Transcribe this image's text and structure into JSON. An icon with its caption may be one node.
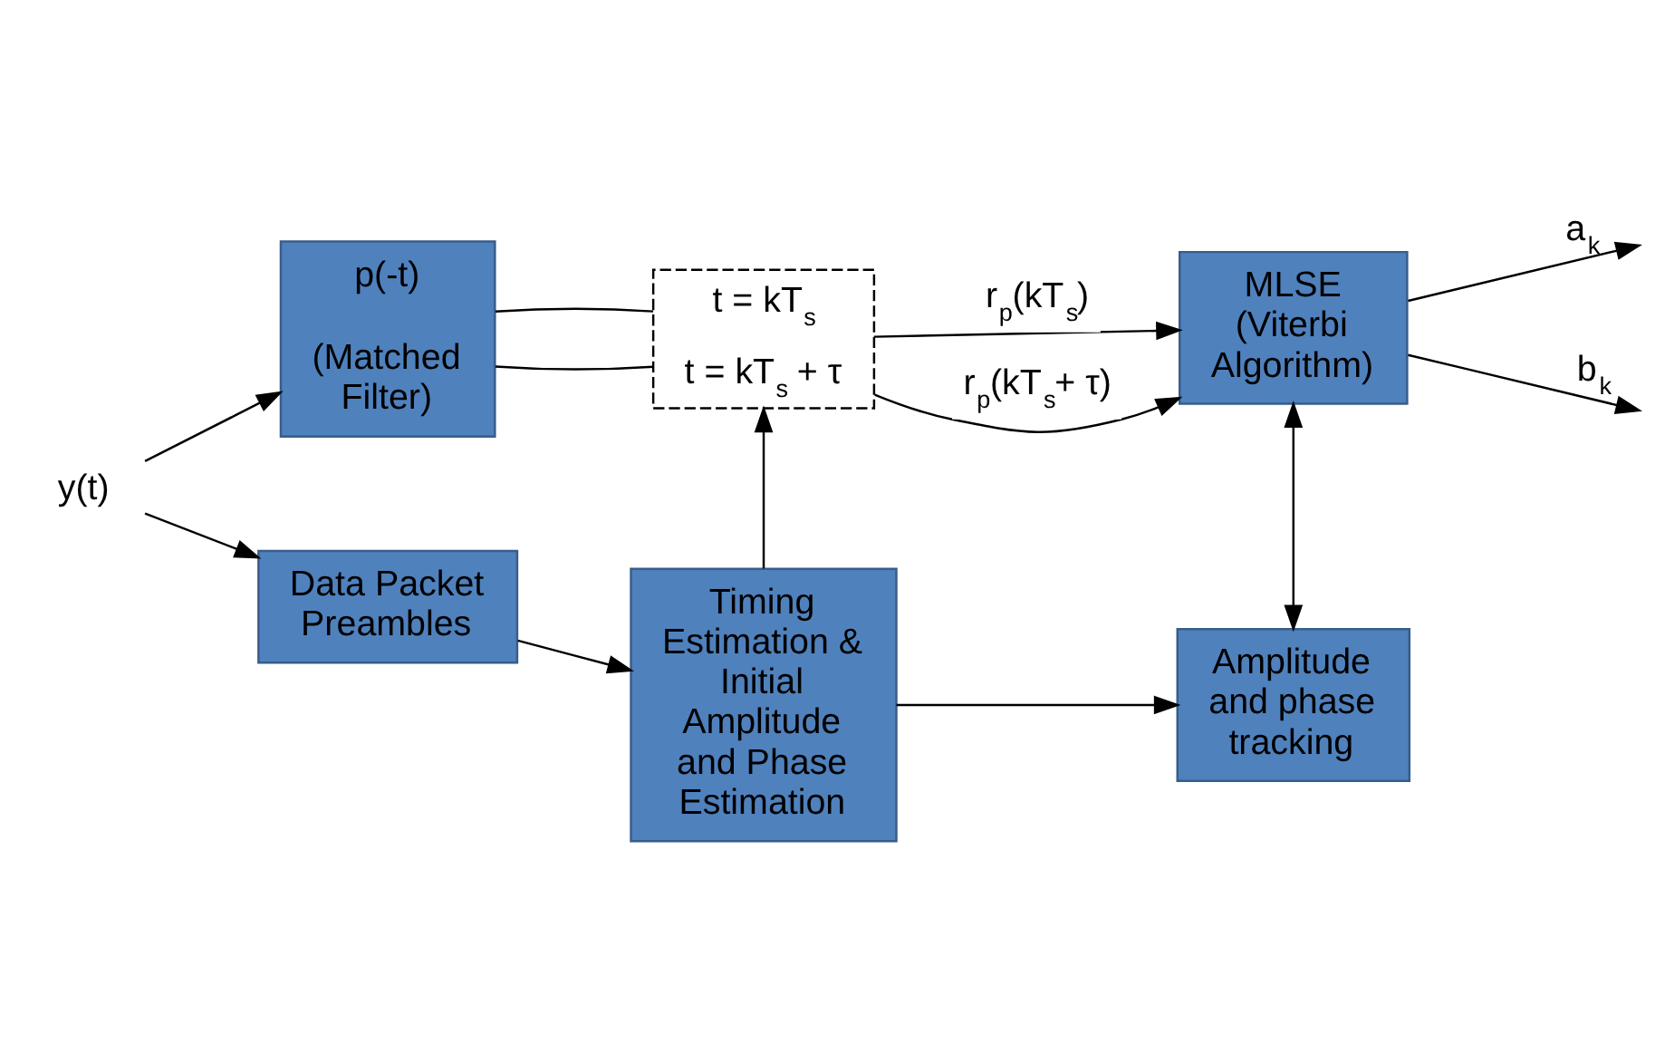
{
  "diagram": {
    "nodes": [
      {
        "text": [
          "y(t)"
        ]
      },
      {
        "text": [
          "p(-t)",
          "(Matched Filter)"
        ]
      },
      {
        "text": [
          "t = kT$_{s}$",
          "t = kT$_{s}$ + τ"
        ]
      },
      {
        "text": [
          "MLSE (Viterbi Algorithm)"
        ]
      },
      {
        "text": [
          "Data Packet Preambles"
        ]
      },
      {
        "text": [
          "Timing Estimation & Initial Amplitude and Phase Estimation"
        ]
      },
      {
        "text": [
          "Amplitude and phase tracking"
        ]
      }
    ],
    "edges": [
      {
        "from": 0,
        "to": 1,
        "arrow": "to"
      },
      {
        "from": 0,
        "to": 4,
        "arrow": "to"
      },
      {
        "from": 1,
        "to": 2,
        "arrow": "none"
      },
      {
        "from": 1,
        "to": 2,
        "arrow": "none"
      },
      {
        "from": 2,
        "to": 3,
        "arrow": "to",
        "label": "r$_{p}$(kT$_{s}$)"
      },
      {
        "from": 2,
        "to": 3,
        "arrow": "to",
        "label": "r$_{p}$(kT$_{s}$+ τ)"
      },
      {
        "from": 3,
        "to": null,
        "arrow": "to",
        "label": "a$_{k}$"
      },
      {
        "from": 3,
        "to": null,
        "arrow": "to",
        "label": "b$_{k}$"
      },
      {
        "from": 4,
        "to": 5,
        "arrow": "to"
      },
      {
        "from": 5,
        "to": 2,
        "arrow": "to"
      },
      {
        "from": 5,
        "to": 6,
        "arrow": "to"
      },
      {
        "from": 3,
        "to": 6,
        "arrow": "both"
      }
    ]
  }
}
